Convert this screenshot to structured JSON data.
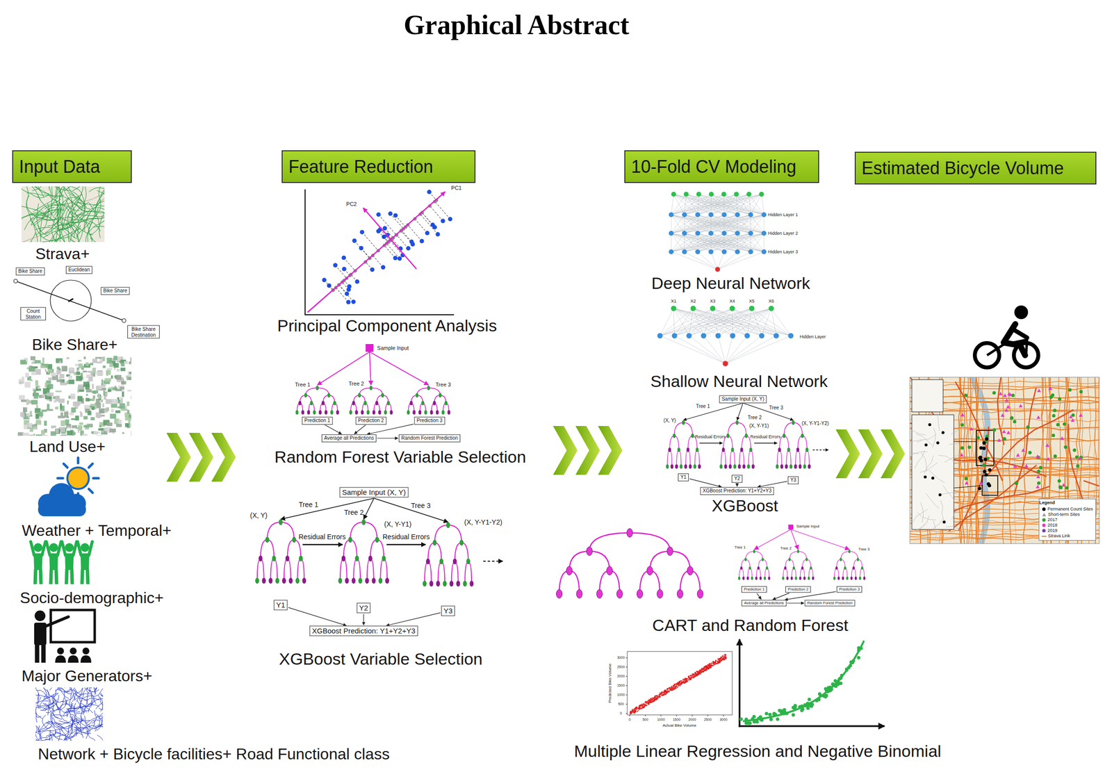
{
  "diagram": {
    "title": "Graphical Abstract",
    "nodes": [
      {
        "text": [
          "Input Data"
        ]
      },
      {
        "text": [
          "Feature Reduction"
        ]
      },
      {
        "text": [
          "10-Fold CV Modeling"
        ]
      },
      {
        "text": [
          "Estimated Bicycle Volume"
        ]
      },
      {
        "text": [
          "Bike Share"
        ]
      },
      {
        "text": [
          "Euclidean"
        ]
      },
      {
        "text": [
          "Bike Share"
        ]
      },
      {
        "text": [
          "Count Station"
        ]
      },
      {
        "text": [
          "Bike Share Destination"
        ]
      },
      {
        "text": [
          "Prediction 1"
        ]
      },
      {
        "text": [
          "Prediction 2"
        ]
      },
      {
        "text": [
          "Prediction 3"
        ]
      },
      {
        "text": [
          "Average all Predictions"
        ]
      },
      {
        "text": [
          "Random Forest Prediction"
        ]
      },
      {
        "text": [
          "Sample Input (X, Y)"
        ]
      },
      {
        "text": [
          "Y1"
        ]
      },
      {
        "text": [
          "Y2"
        ]
      },
      {
        "text": [
          "Y3"
        ]
      },
      {
        "text": [
          "XGBoost Prediction: Y1+Y2+Y3"
        ]
      },
      {
        "text": [
          "Sample Input (X, Y)"
        ]
      },
      {
        "text": [
          "Y1"
        ]
      },
      {
        "text": [
          "Y2"
        ]
      },
      {
        "text": [
          "Y3"
        ]
      },
      {
        "text": [
          "XGBoost Prediction: Y1+Y2+Y3"
        ]
      },
      {
        "text": [
          "Prediction 1"
        ]
      },
      {
        "text": [
          "Prediction 2"
        ]
      },
      {
        "text": [
          "Prediction 3"
        ]
      },
      {
        "text": [
          "Average all Predictions"
        ]
      },
      {
        "text": [
          "Random Forest Prediction"
        ]
      }
    ],
    "edges": [
      {
        "from": 9,
        "to": 12,
        "arrow": "to"
      },
      {
        "from": 10,
        "to": 12,
        "arrow": "to"
      },
      {
        "from": 11,
        "to": 12,
        "arrow": "to"
      },
      {
        "from": 12,
        "to": 13,
        "arrow": "to"
      },
      {
        "from": 15,
        "to": 18,
        "arrow": "to"
      },
      {
        "from": 16,
        "to": 18,
        "arrow": "to"
      },
      {
        "from": 17,
        "to": 18,
        "arrow": "to"
      },
      {
        "from": 20,
        "to": 23,
        "arrow": "to"
      },
      {
        "from": 21,
        "to": 23,
        "arrow": "to"
      },
      {
        "from": 22,
        "to": 23,
        "arrow": "to"
      },
      {
        "from": 24,
        "to": 27,
        "arrow": "to"
      },
      {
        "from": 25,
        "to": 27,
        "arrow": "to"
      },
      {
        "from": 26,
        "to": 27,
        "arrow": "to"
      },
      {
        "from": 27,
        "to": 28,
        "arrow": "to"
      }
    ],
    "labels": [
      "Strava+",
      "Bike Share+",
      "Land Use+",
      "Weather + Temporal+",
      "Socio-demographic+",
      "Major Generators+",
      "Network + Bicycle facilities+ Road Functional class",
      "Principal Component Analysis",
      "Random Forest Variable Selection",
      "XGBoost Variable Selection",
      "Deep Neural Network",
      "Shallow Neural Network",
      "XGBoost",
      "CART and Random Forest",
      "Multiple Linear Regression and Negative Binomial",
      "PC1",
      "PC2",
      "Sample Input",
      "Tree 1",
      "Tree 2",
      "Tree 3",
      "Tree 1",
      "Tree 2",
      "Tree 3",
      "(X, Y)",
      "(X, Y-Y1)",
      "(X, Y-Y1-Y2)",
      "Residual Errors",
      "Residual Errors",
      "Tree 1",
      "Tree 2",
      "Tree 3",
      "(X, Y)",
      "(X, Y-Y1)",
      "(X, Y-Y1-Y2)",
      "Residual Errors",
      "Residual Errors",
      "Sample Input",
      "Tree 1",
      "Tree 2",
      "Tree 3",
      "Hidden Layer 1",
      "Hidden Layer 2",
      "Hidden Layer 3",
      "Hidden Layer",
      "X1",
      "X2",
      "X3",
      "X4",
      "X5",
      "X6",
      "Predicted Bike Volume",
      "Actual Bike Volume",
      "0",
      "500",
      "1000",
      "1500",
      "2000",
      "2500",
      "3000",
      "0",
      "500",
      "1000",
      "1500",
      "2000",
      "2500",
      "3000",
      "Legend"
    ],
    "legend": [
      {
        "text": "Permanent Count Sites",
        "color": "#000000"
      },
      {
        "text": "Short-term Sites"
      },
      {
        "text": "2017",
        "color": "#2ca02c"
      },
      {
        "text": "2018",
        "color": "#e040c0"
      },
      {
        "text": "2019",
        "color": "#7b3fa0"
      },
      {
        "text": "Strava Link"
      }
    ]
  }
}
